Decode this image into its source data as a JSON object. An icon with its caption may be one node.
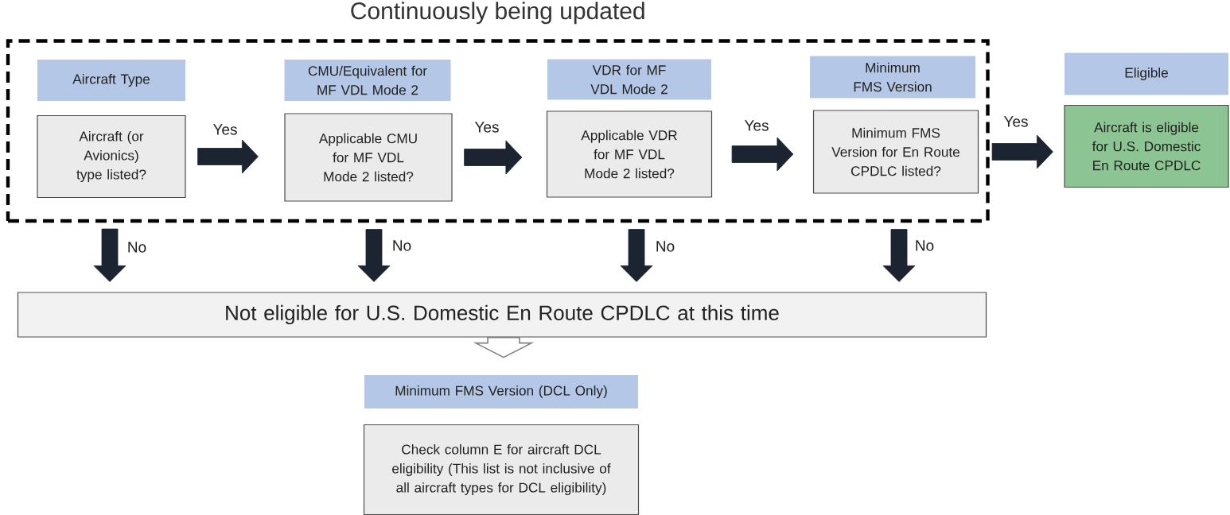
{
  "diagram": {
    "nodes": [
      {
        "text": [
          "Continuously being updated"
        ]
      },
      {
        "text": [
          "Aircraft Type"
        ],
        "in": 0
      },
      {
        "text": [
          "Aircraft (or Avionics) type listed?"
        ],
        "in": 0
      },
      {
        "text": [
          "CMU/Equivalent for MF VDL Mode 2"
        ],
        "in": 0
      },
      {
        "text": [
          "Applicable CMU for MF VDL Mode 2 listed?"
        ],
        "in": 0
      },
      {
        "text": [
          "VDR for MF VDL Mode 2"
        ],
        "in": 0
      },
      {
        "text": [
          "Applicable VDR for MF VDL Mode 2 listed?"
        ],
        "in": 0
      },
      {
        "text": [
          "Minimum FMS Version"
        ],
        "in": 0
      },
      {
        "text": [
          "Minimum FMS Version for En Route CPDLC listed?"
        ],
        "in": 0
      },
      {
        "text": [
          "Eligible"
        ]
      },
      {
        "text": [
          "Aircraft is eligible for U.S. Domestic En Route CPDLC"
        ]
      },
      {
        "text": [
          "Not eligible for U.S. Domestic En Route CPDLC at this time"
        ]
      },
      {
        "text": [
          "Minimum FMS Version (DCL Only)"
        ]
      },
      {
        "text": [
          "Check column E for aircraft DCL eligibility (This list is not inclusive of all aircraft types for DCL eligibility)"
        ]
      }
    ],
    "edges": [
      {
        "from": 2,
        "to": 4,
        "arrow": "to",
        "label": "Yes"
      },
      {
        "from": 4,
        "to": 6,
        "arrow": "to",
        "label": "Yes"
      },
      {
        "from": 6,
        "to": 8,
        "arrow": "to",
        "label": "Yes"
      },
      {
        "from": 8,
        "to": 10,
        "arrow": "to",
        "label": "Yes"
      },
      {
        "from": 2,
        "to": 11,
        "arrow": "to",
        "label": "No"
      },
      {
        "from": 4,
        "to": 11,
        "arrow": "to",
        "label": "No"
      },
      {
        "from": 6,
        "to": 11,
        "arrow": "to",
        "label": "No"
      },
      {
        "from": 8,
        "to": 11,
        "arrow": "to",
        "label": "No"
      },
      {
        "from": 11,
        "to": 12,
        "arrow": "to",
        "color": "#ffffff"
      }
    ]
  }
}
